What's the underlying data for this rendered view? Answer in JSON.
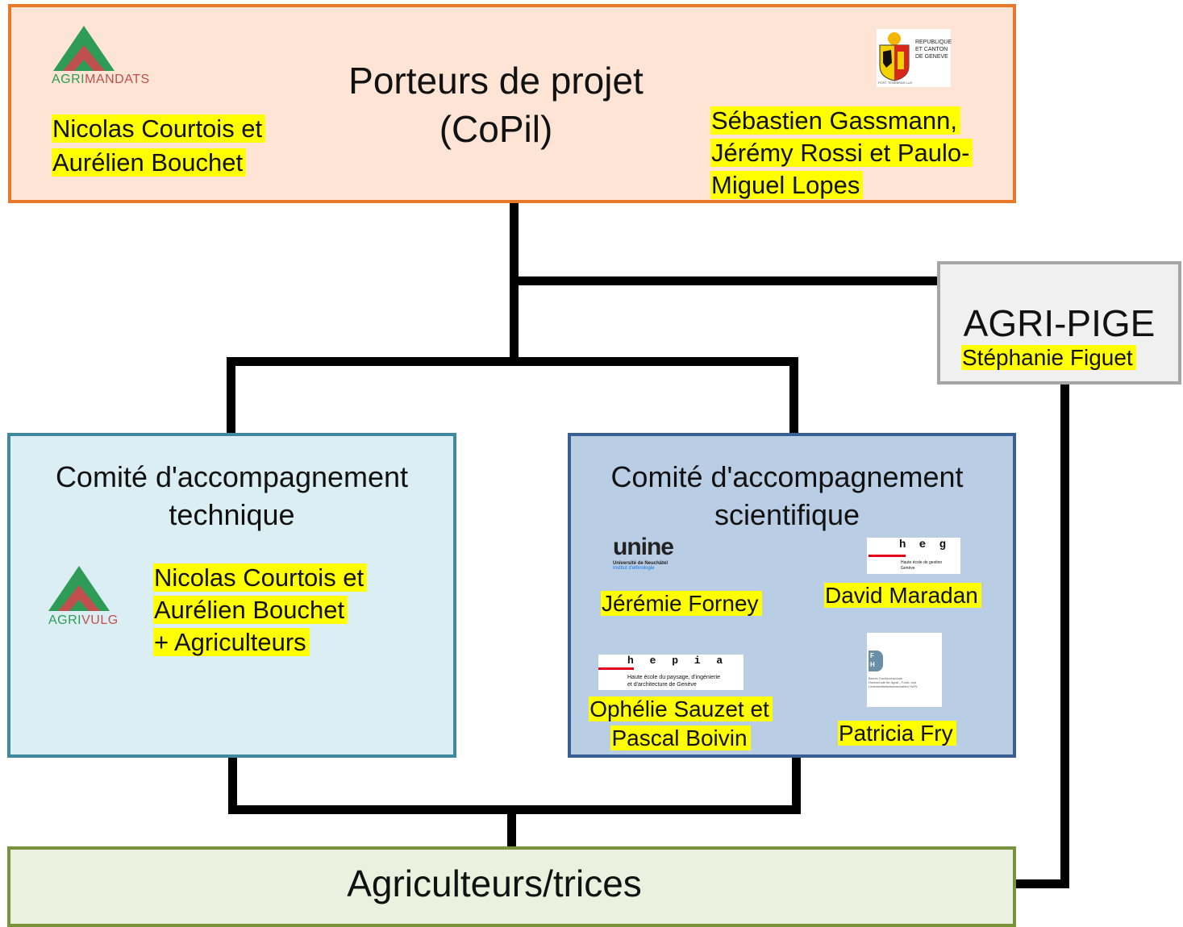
{
  "porteurs": {
    "title_line1": "Porteurs de projet",
    "title_line2": "(CoPil)",
    "left_logo_part1": "AGRI",
    "left_logo_part2": "MANDATS",
    "left_names": [
      "Nicolas Courtois et",
      "Aurélien Bouchet"
    ],
    "right_logo_text": [
      "REPUBLIQUE",
      "ET CANTON",
      "DE GENEVE"
    ],
    "right_logo_tagline": "POST TENEBRAS LUX",
    "right_names": [
      "Sébastien Gassmann,",
      "Jérémy Rossi et Paulo-",
      "Miguel Lopes"
    ]
  },
  "agripige": {
    "title": "AGRI-PIGE",
    "name": "Stéphanie Figuet"
  },
  "technique": {
    "title_line1": "Comité d'accompagnement",
    "title_line2": "technique",
    "logo_part1": "AGRI",
    "logo_part2": "VULG",
    "names": [
      "Nicolas Courtois et",
      "Aurélien Bouchet",
      "+ Agriculteurs"
    ]
  },
  "scientifique": {
    "title_line1": "Comité d'accompagnement",
    "title_line2": "scientifique",
    "unine_logo": "unine",
    "unine_sub1": "Université de Neuchâtel",
    "unine_sub2": "Institut d'ethnologie",
    "person1": "Jérémie Forney",
    "heg_logo": "h e g",
    "heg_sub1": "Haute école de gestion",
    "heg_sub2": "Genève",
    "person2": "David Maradan",
    "hepia_logo": "h e p i a",
    "hepia_sub1": "Haute école du paysage, d'ingénierie",
    "hepia_sub2": "et d'architecture de Genève",
    "person3": [
      "Ophélie Sauzet et",
      "Pascal Boivin"
    ],
    "bfh_logo": "B",
    "bfh_letters": [
      "F",
      "H"
    ],
    "bfh_sub": [
      "Berner Fachhochschule",
      "Hochschule für Agrar-, Forst- und",
      "Lebensmittelwissenschaften HAFL"
    ],
    "person4": "Patricia Fry"
  },
  "agriculteurs": {
    "title": "Agriculteurs/trices"
  },
  "colors": {
    "porteurs_fill": "#fde4d4",
    "porteurs_border": "#e8782a",
    "agripige_fill": "#f0f0f0",
    "agripige_border": "#a6a6a6",
    "technique_fill": "#dbeef4",
    "technique_border": "#3d8aa0",
    "scientifique_fill": "#b9cde5",
    "scientifique_border": "#3a5f94",
    "agriculteurs_fill": "#ebf1de",
    "agriculteurs_border": "#77933c",
    "highlight": "#ffff00",
    "logo_green": "#2e9b57",
    "logo_red": "#c0504d"
  }
}
